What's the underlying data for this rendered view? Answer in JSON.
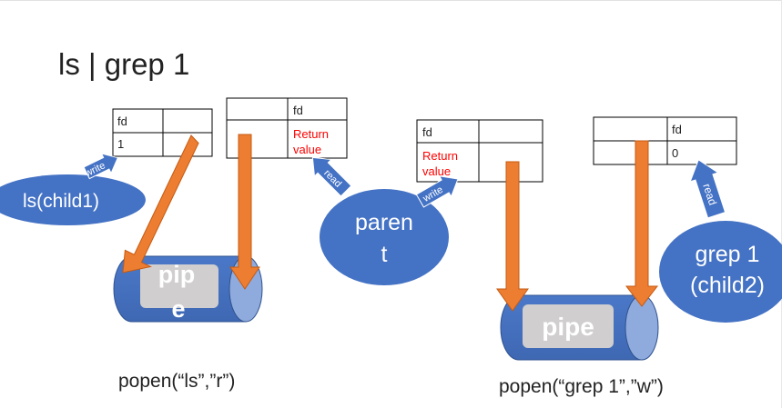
{
  "title": "ls | grep 1",
  "tables": {
    "t1": {
      "header": "fd",
      "value": "1"
    },
    "t2": {
      "header": "fd",
      "value": "Return value"
    },
    "t3": {
      "header": "fd",
      "value": "Return value"
    },
    "t4": {
      "header": "fd",
      "value": "0"
    }
  },
  "processes": {
    "child1": "ls(child1)",
    "parent_line1": "paren",
    "parent_line2": "t",
    "child2_line1": "grep 1",
    "child2_line2": "(child2)"
  },
  "pipes": {
    "left_line1": "pip",
    "left_line2": "e",
    "right": "pipe"
  },
  "labels": {
    "write1": "write",
    "read1": "read",
    "write2": "write",
    "read2": "read"
  },
  "captions": {
    "left": "popen(“ls”,”r”)",
    "right": "popen(“grep 1”,”w”)"
  },
  "colors": {
    "process_fill": "#4472c4",
    "pipe_body": "#4472c4",
    "pipe_end": "#8faadc",
    "pipe_label_bg": "#d0cece",
    "arrow_orange": "#ed7d31",
    "return_value_red": "#ff0000",
    "label_arrow_blue": "#4472c4"
  }
}
